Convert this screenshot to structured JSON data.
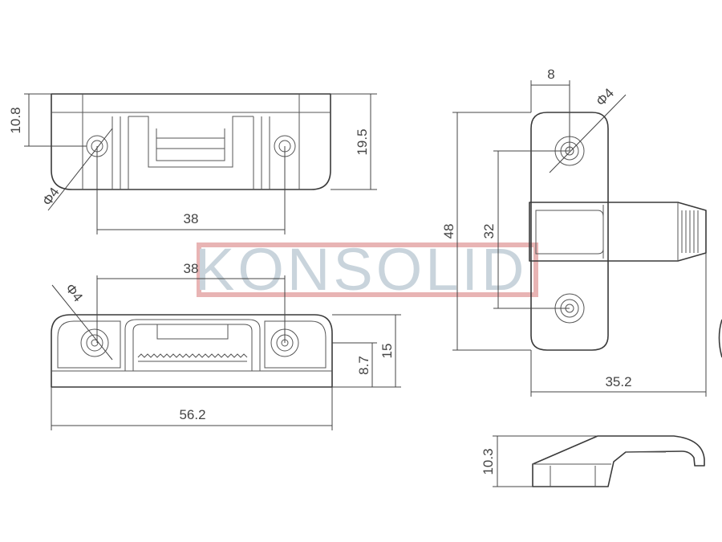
{
  "watermark": {
    "text": "KONSOLID",
    "colors": {
      "text": "#c9d4dc",
      "bar": "#e8b4b4"
    }
  },
  "dimensions": {
    "top_view": {
      "height_left": "10.8",
      "height_right": "19.5",
      "hole_spacing": "38",
      "hole_dia": "Φ4"
    },
    "front_view": {
      "hole_spacing": "38",
      "hole_dia": "Φ4",
      "overall_length": "56.2",
      "inner_height": "8.7",
      "total_height": "15"
    },
    "side_view": {
      "flange_width": "8",
      "hole_dia": "Φ4",
      "overall_height": "48",
      "hole_spacing": "32",
      "overall_depth": "35.2"
    },
    "profile_view": {
      "height": "10.3"
    }
  },
  "colors": {
    "line": "#3a3a3a",
    "dim_line": "#444444"
  }
}
